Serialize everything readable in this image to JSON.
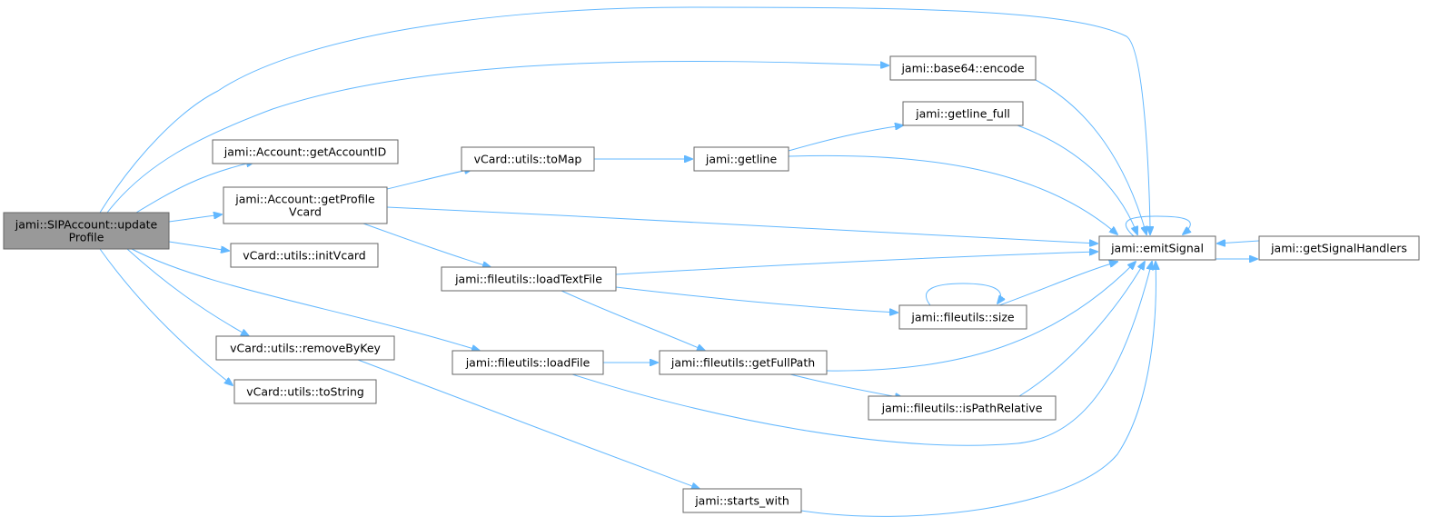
{
  "nodes": {
    "root": [
      "jami::SIPAccount::update",
      "Profile"
    ],
    "getAccountID": [
      "jami::Account::getAccountID"
    ],
    "getProfileVcard": [
      "jami::Account::getProfile",
      "Vcard"
    ],
    "initVcard": [
      "vCard::utils::initVcard"
    ],
    "removeByKey": [
      "vCard::utils::removeByKey"
    ],
    "toString": [
      "vCard::utils::toString"
    ],
    "toMap": [
      "vCard::utils::toMap"
    ],
    "loadTextFile": [
      "jami::fileutils::loadTextFile"
    ],
    "loadFile": [
      "jami::fileutils::loadFile"
    ],
    "getline": [
      "jami::getline"
    ],
    "getline_full": [
      "jami::getline_full"
    ],
    "base64encode": [
      "jami::base64::encode"
    ],
    "size": [
      "jami::fileutils::size"
    ],
    "getFullPath": [
      "jami::fileutils::getFullPath"
    ],
    "isPathRelative": [
      "jami::fileutils::isPathRelative"
    ],
    "starts_with": [
      "jami::starts_with"
    ],
    "emitSignal": [
      "jami::emitSignal"
    ],
    "getSignalHandlers": [
      "jami::getSignalHandlers"
    ]
  },
  "edges": [
    [
      "root",
      "emitSignal"
    ],
    [
      "root",
      "base64encode"
    ],
    [
      "root",
      "getAccountID"
    ],
    [
      "root",
      "getProfileVcard"
    ],
    [
      "root",
      "initVcard"
    ],
    [
      "root",
      "loadFile"
    ],
    [
      "root",
      "removeByKey"
    ],
    [
      "root",
      "toString"
    ],
    [
      "getProfileVcard",
      "toMap"
    ],
    [
      "getProfileVcard",
      "emitSignal"
    ],
    [
      "getProfileVcard",
      "loadTextFile"
    ],
    [
      "toMap",
      "getline"
    ],
    [
      "getline",
      "getline_full"
    ],
    [
      "getline",
      "emitSignal"
    ],
    [
      "getline_full",
      "emitSignal"
    ],
    [
      "base64encode",
      "emitSignal"
    ],
    [
      "loadTextFile",
      "emitSignal"
    ],
    [
      "loadTextFile",
      "size"
    ],
    [
      "loadTextFile",
      "getFullPath"
    ],
    [
      "loadFile",
      "getFullPath"
    ],
    [
      "loadFile",
      "emitSignal"
    ],
    [
      "size",
      "size"
    ],
    [
      "size",
      "emitSignal"
    ],
    [
      "getFullPath",
      "emitSignal"
    ],
    [
      "getFullPath",
      "isPathRelative"
    ],
    [
      "isPathRelative",
      "emitSignal"
    ],
    [
      "removeByKey",
      "starts_with"
    ],
    [
      "starts_with",
      "emitSignal"
    ],
    [
      "emitSignal",
      "emitSignal"
    ],
    [
      "emitSignal",
      "getSignalHandlers"
    ],
    [
      "getSignalHandlers",
      "emitSignal"
    ]
  ]
}
